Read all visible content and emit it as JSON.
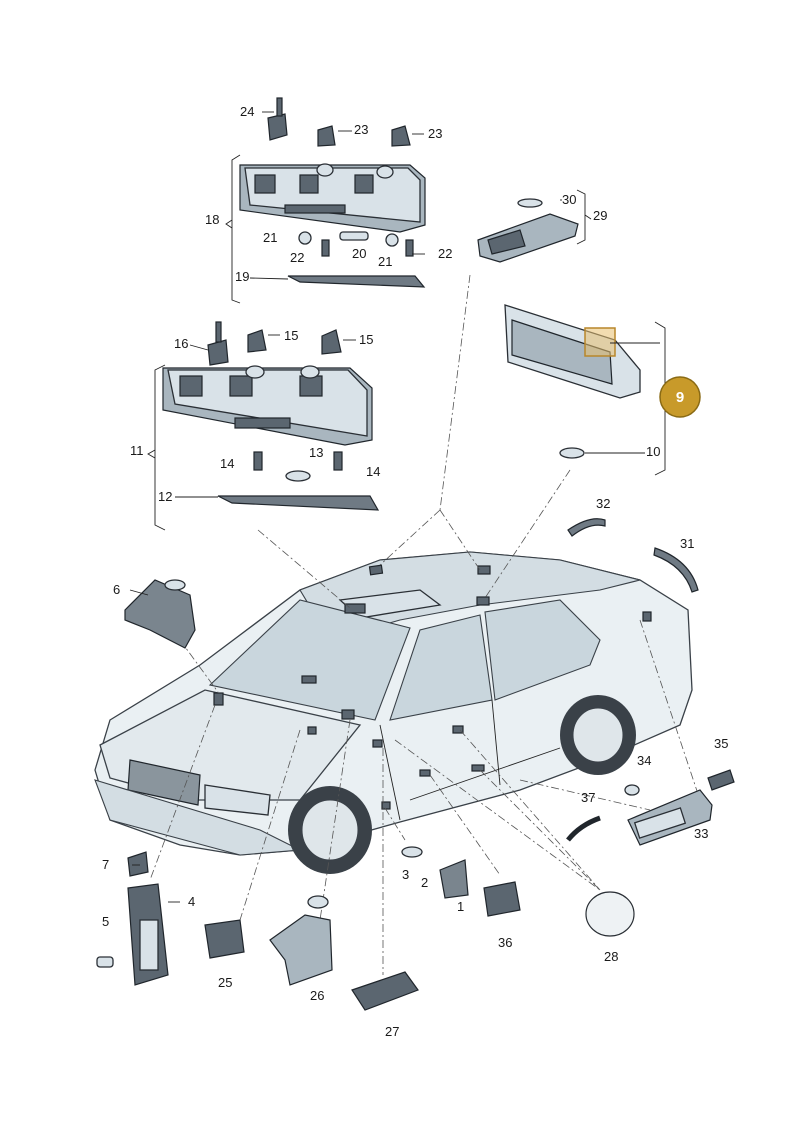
{
  "highlight": {
    "number": "9",
    "color": "#c89a2a",
    "border": "#8a6a14"
  },
  "callouts": [
    "1",
    "2",
    "3",
    "4",
    "5",
    "6",
    "7",
    "10",
    "11",
    "12",
    "13",
    "14",
    "14",
    "15",
    "15",
    "16",
    "18",
    "19",
    "20",
    "21",
    "21",
    "22",
    "22",
    "23",
    "23",
    "24",
    "25",
    "26",
    "27",
    "28",
    "29",
    "30",
    "31",
    "32",
    "33",
    "34",
    "35",
    "36",
    "37"
  ],
  "icons": [
    "arrow-icon"
  ]
}
